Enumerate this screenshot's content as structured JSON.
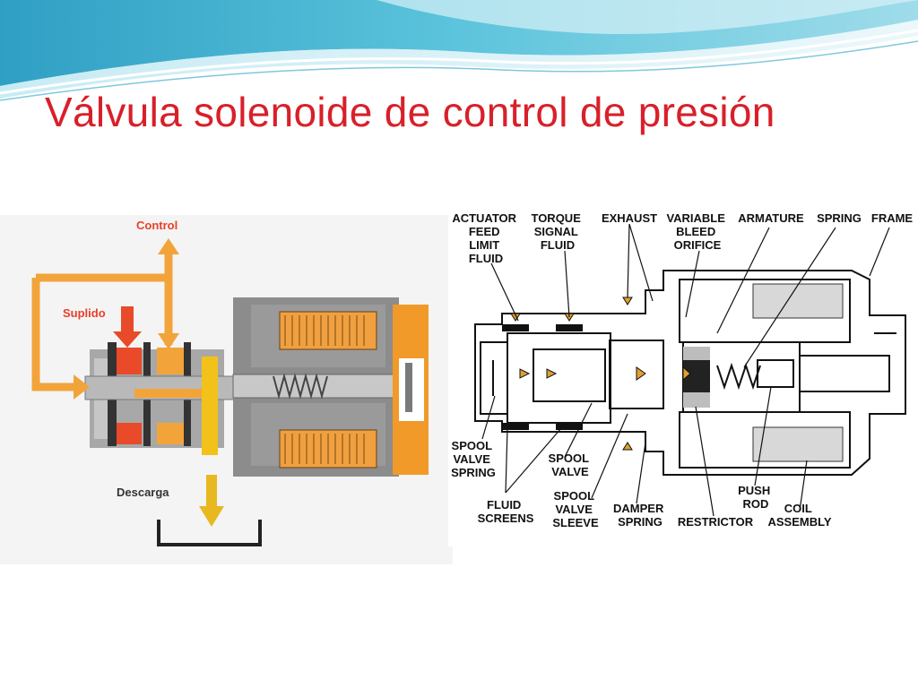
{
  "slide": {
    "title": "Válvula solenoide de control de presión",
    "title_color": "#d8202a"
  },
  "left_diagram": {
    "labels": {
      "control": "Control",
      "suplido": "Suplido",
      "descarga": "Descarga"
    },
    "colors": {
      "flow_arrow": "#f2a43a",
      "supply_arrow": "#e8402a",
      "drain_arrow": "#e8b820",
      "coil": "#f0a040"
    }
  },
  "right_diagram": {
    "labels": {
      "actuator_feed_limit_fluid": [
        "ACTUATOR",
        "FEED",
        "LIMIT",
        "FLUID"
      ],
      "torque_signal_fluid": [
        "TORQUE",
        "SIGNAL",
        "FLUID"
      ],
      "exhaust": [
        "EXHAUST"
      ],
      "variable_bleed_orifice": [
        "VARIABLE",
        "BLEED",
        "ORIFICE"
      ],
      "armature": [
        "ARMATURE"
      ],
      "spring": [
        "SPRING"
      ],
      "frame": [
        "FRAME"
      ],
      "spool_valve_spring": [
        "SPOOL",
        "VALVE",
        "SPRING"
      ],
      "spool_valve": [
        "SPOOL",
        "VALVE"
      ],
      "fluid_screens": [
        "FLUID",
        "SCREENS"
      ],
      "spool_valve_sleeve": [
        "SPOOL",
        "VALVE",
        "SLEEVE"
      ],
      "damper_spring": [
        "DAMPER",
        "SPRING"
      ],
      "restrictor": [
        "RESTRICTOR"
      ],
      "push_rod": [
        "PUSH",
        "ROD"
      ],
      "coil_assembly": [
        "COIL",
        "ASSEMBLY"
      ]
    }
  }
}
